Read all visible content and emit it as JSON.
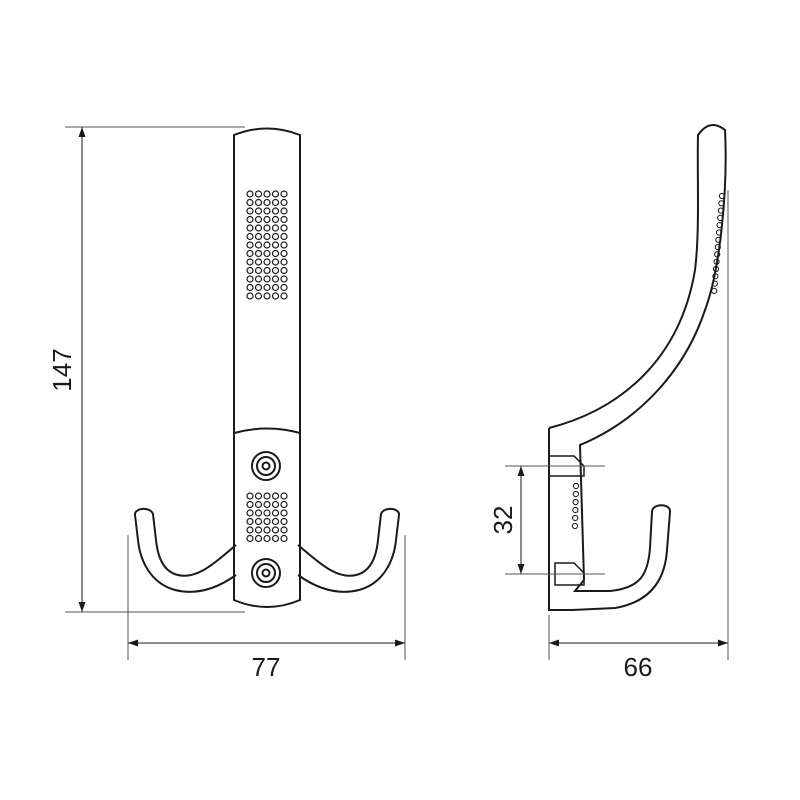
{
  "dimensions": {
    "height": "147",
    "width_front": "77",
    "hole_spacing": "32",
    "depth_side": "66"
  },
  "colors": {
    "line": "#1a1a1a",
    "thin_line": "#555555",
    "background": "#ffffff"
  }
}
